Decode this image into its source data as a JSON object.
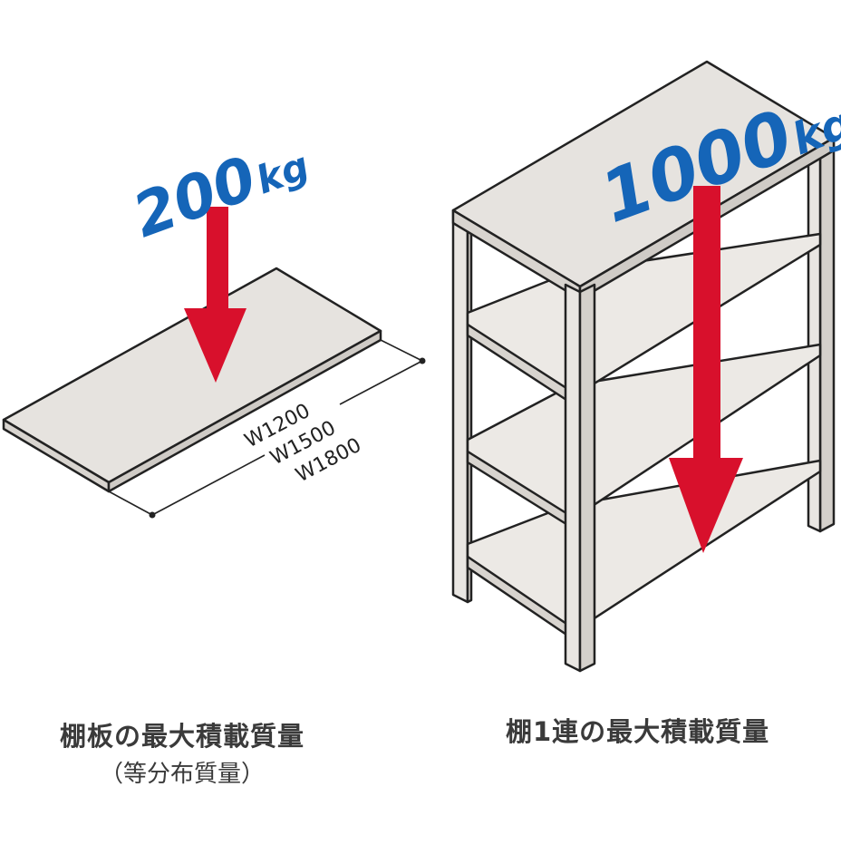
{
  "left": {
    "load_value": "200",
    "load_unit": "kg",
    "widths": [
      "W1200",
      "W1500",
      "W1800"
    ],
    "caption": "棚板の最大積載質量",
    "subcaption": "（等分布質量）"
  },
  "right": {
    "load_value": "1000",
    "load_unit": "kg",
    "caption": "棚1連の最大積載質量"
  },
  "colors": {
    "load_text": "#1565b8",
    "arrow": "#d8102c",
    "shelf_fill": "#e6e3df",
    "outline": "#222222",
    "caption_text": "#3a3a3a"
  }
}
